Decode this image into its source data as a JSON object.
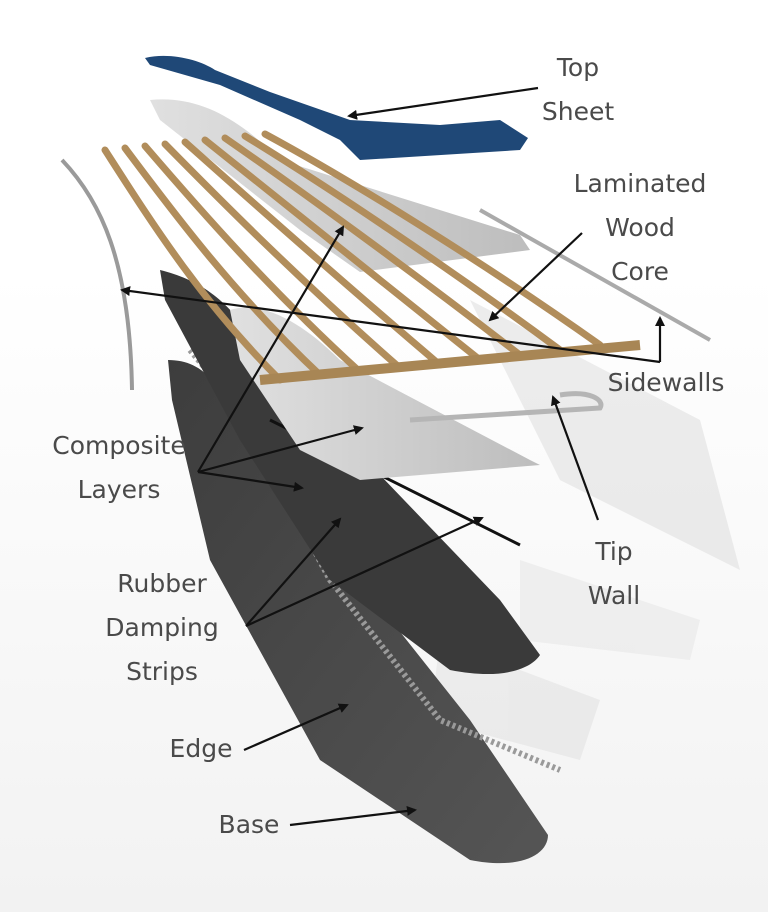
{
  "labels": {
    "top_sheet": [
      "Top",
      "Sheet"
    ],
    "wood_core": [
      "Laminated",
      "Wood",
      "Core"
    ],
    "sidewalls": [
      "Sidewalls"
    ],
    "composite": [
      "Composite",
      "Layers"
    ],
    "tip_wall": [
      "Tip",
      "Wall"
    ],
    "rubber": [
      "Rubber",
      "Damping",
      "Strips"
    ],
    "edge": [
      "Edge"
    ],
    "base": [
      "Base"
    ]
  },
  "colors": {
    "top_sheet": "#1f4877",
    "wood": "#b18d5b",
    "composite": "#c9c9c9",
    "base": "#4a4a4a",
    "arrow": "#111111",
    "label_text": "#4a4a4a"
  }
}
